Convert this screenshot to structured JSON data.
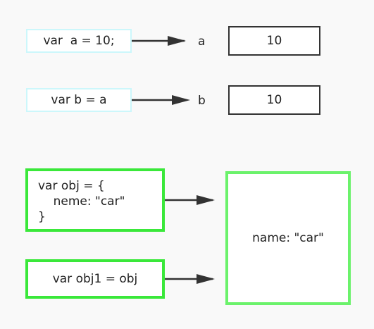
{
  "row1": {
    "code": "var  a = 10;",
    "var_name": "a",
    "value": "10"
  },
  "row2": {
    "code": "var b = a",
    "var_name": "b",
    "value": "10"
  },
  "obj_code": {
    "line1": "var obj = {",
    "line2": "    neme: \"car\"",
    "line3": "}"
  },
  "obj1_code": "var obj1 = obj",
  "heap_object": "name: \"car\"",
  "colors": {
    "light_border": "#ccf7fb",
    "dark_border": "#333333",
    "green_border": "#3ae83a",
    "green_light_border": "#6bf26b",
    "arrow": "#333333"
  }
}
